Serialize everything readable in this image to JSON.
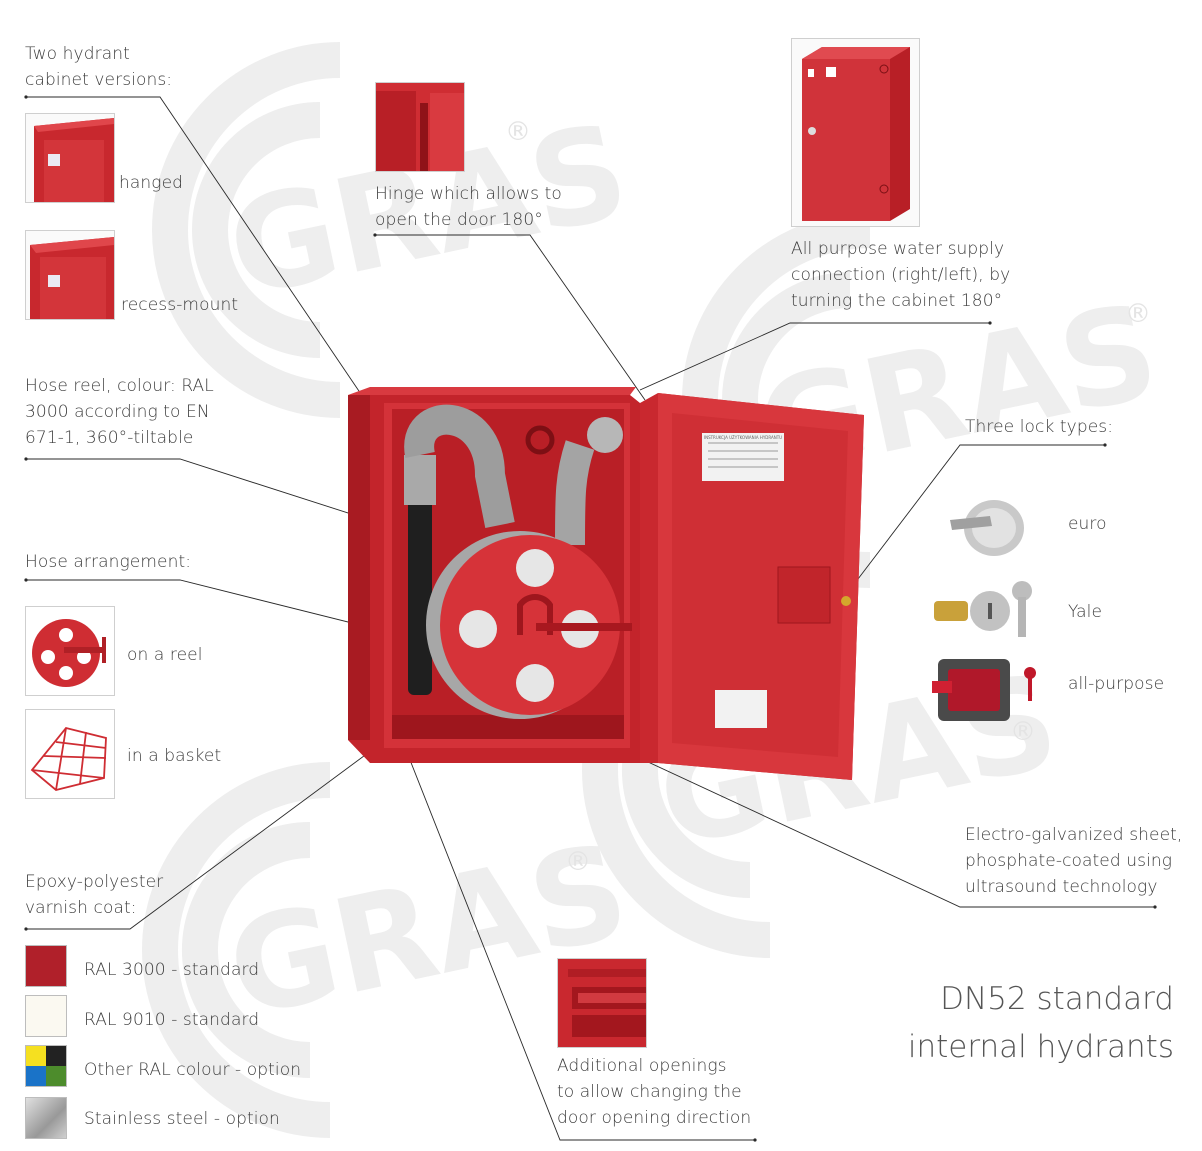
{
  "versions": {
    "heading": "Two hydrant\ncabinet versions:",
    "hanged": "hanged",
    "recess": "recess-mount"
  },
  "hinge": {
    "text": "Hinge which allows to\nopen the door 180°"
  },
  "water": {
    "text": "All purpose water supply\nconnection (right/left), by\nturning the cabinet 180°"
  },
  "reel": {
    "text": "Hose reel, colour: RAL\n3000 according to EN\n671-1, 360°-tiltable"
  },
  "arrangement": {
    "heading": "Hose arrangement:",
    "on_reel": "on a reel",
    "basket": "in a basket"
  },
  "locks": {
    "heading": "Three lock types:",
    "euro": "euro",
    "yale": "Yale",
    "all_purpose": "all-purpose"
  },
  "sheet": {
    "text": "Electro-galvanized sheet,\nphosphate-coated using\nultrasound technology"
  },
  "coat": {
    "heading": "Epoxy-polyester\nvarnish coat:",
    "items": [
      {
        "label": "RAL 3000 - standard",
        "color": "#b0202a"
      },
      {
        "label": "RAL 9010 - standard",
        "color": "#fbf9f1"
      },
      {
        "label": "Other RAL colour - option",
        "color": "multi"
      },
      {
        "label": "Stainless steel - option",
        "color": "#b8b8b8"
      }
    ]
  },
  "openings": {
    "text": "Additional openings\nto allow changing the\ndoor opening direction"
  },
  "title": "DN52 standard\ninternal hydrants",
  "watermark": {
    "brand": "GRAS",
    "mark": "®"
  },
  "door_label": "INSTRUKCJA UŻYTKOWANIA HYDRANTU"
}
